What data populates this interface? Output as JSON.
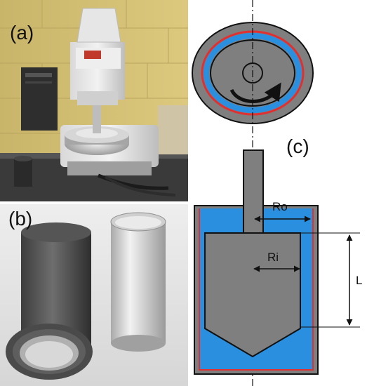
{
  "panel_a": {
    "label": "(a)"
  },
  "panel_b": {
    "label": "(b)"
  },
  "panel_c": {
    "label": "(c)",
    "dim_ro": "Ro",
    "dim_ri": "Ri",
    "dim_l": "L"
  },
  "colors": {
    "steel_gray": "#7f7f7f",
    "fluid_blue": "#2b8fe0",
    "gap_red": "#e03030",
    "outline": "#111111"
  }
}
